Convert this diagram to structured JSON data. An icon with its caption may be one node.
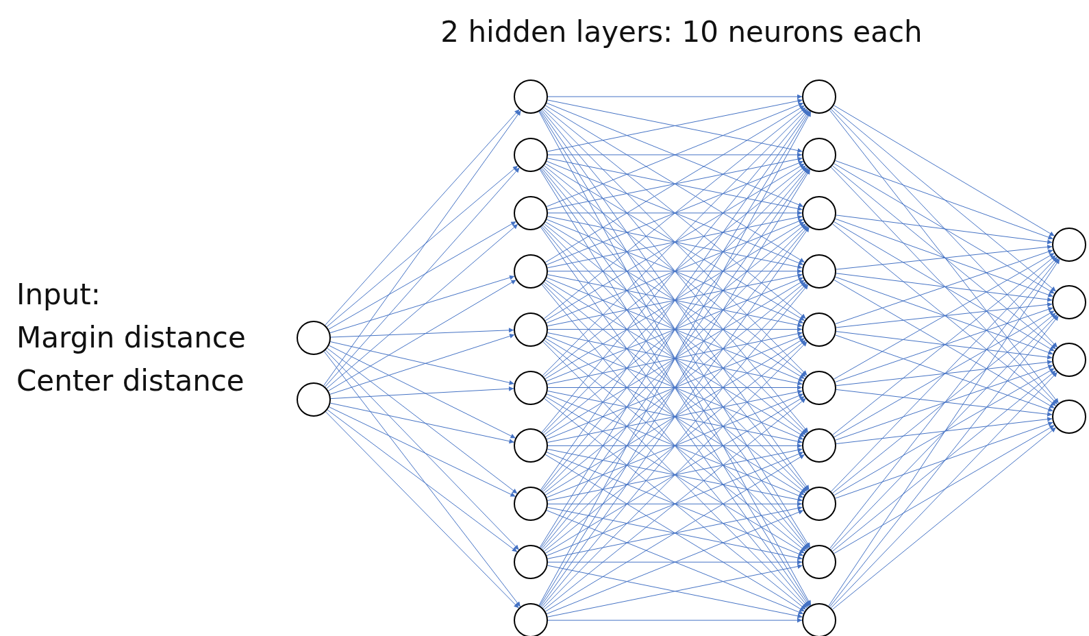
{
  "diagram": {
    "title": "2 hidden layers: 10 neurons each",
    "nodes": [
      {
        "text": [],
        "shape": "circle"
      },
      {
        "text": [],
        "shape": "circle"
      },
      {
        "text": [],
        "shape": "circle"
      },
      {
        "text": [],
        "shape": "circle"
      },
      {
        "text": [],
        "shape": "circle"
      },
      {
        "text": [],
        "shape": "circle"
      },
      {
        "text": [],
        "shape": "circle"
      },
      {
        "text": [],
        "shape": "circle"
      },
      {
        "text": [],
        "shape": "circle"
      },
      {
        "text": [],
        "shape": "circle"
      },
      {
        "text": [],
        "shape": "circle"
      },
      {
        "text": [],
        "shape": "circle"
      },
      {
        "text": [],
        "shape": "circle"
      },
      {
        "text": [],
        "shape": "circle"
      },
      {
        "text": [],
        "shape": "circle"
      },
      {
        "text": [],
        "shape": "circle"
      },
      {
        "text": [],
        "shape": "circle"
      },
      {
        "text": [],
        "shape": "circle"
      },
      {
        "text": [],
        "shape": "circle"
      },
      {
        "text": [],
        "shape": "circle"
      },
      {
        "text": [],
        "shape": "circle"
      },
      {
        "text": [],
        "shape": "circle"
      },
      {
        "text": [],
        "shape": "circle"
      },
      {
        "text": [],
        "shape": "circle"
      },
      {
        "text": [],
        "shape": "circle"
      },
      {
        "text": [],
        "shape": "circle"
      }
    ],
    "edges": [
      {
        "from": 0,
        "to": 2,
        "arrow": "to"
      },
      {
        "from": 0,
        "to": 3,
        "arrow": "to"
      },
      {
        "from": 0,
        "to": 4,
        "arrow": "to"
      },
      {
        "from": 0,
        "to": 5,
        "arrow": "to"
      },
      {
        "from": 0,
        "to": 6,
        "arrow": "to"
      },
      {
        "from": 0,
        "to": 7,
        "arrow": "to"
      },
      {
        "from": 0,
        "to": 8,
        "arrow": "to"
      },
      {
        "from": 0,
        "to": 9,
        "arrow": "to"
      },
      {
        "from": 0,
        "to": 10,
        "arrow": "to"
      },
      {
        "from": 0,
        "to": 11,
        "arrow": "to"
      },
      {
        "from": 1,
        "to": 2,
        "arrow": "to"
      },
      {
        "from": 1,
        "to": 3,
        "arrow": "to"
      },
      {
        "from": 1,
        "to": 4,
        "arrow": "to"
      },
      {
        "from": 1,
        "to": 5,
        "arrow": "to"
      },
      {
        "from": 1,
        "to": 6,
        "arrow": "to"
      },
      {
        "from": 1,
        "to": 7,
        "arrow": "to"
      },
      {
        "from": 1,
        "to": 8,
        "arrow": "to"
      },
      {
        "from": 1,
        "to": 9,
        "arrow": "to"
      },
      {
        "from": 1,
        "to": 10,
        "arrow": "to"
      },
      {
        "from": 1,
        "to": 11,
        "arrow": "to"
      },
      {
        "from": 2,
        "to": 12,
        "arrow": "to"
      },
      {
        "from": 2,
        "to": 13,
        "arrow": "to"
      },
      {
        "from": 2,
        "to": 14,
        "arrow": "to"
      },
      {
        "from": 2,
        "to": 15,
        "arrow": "to"
      },
      {
        "from": 2,
        "to": 16,
        "arrow": "to"
      },
      {
        "from": 2,
        "to": 17,
        "arrow": "to"
      },
      {
        "from": 2,
        "to": 18,
        "arrow": "to"
      },
      {
        "from": 2,
        "to": 19,
        "arrow": "to"
      },
      {
        "from": 2,
        "to": 20,
        "arrow": "to"
      },
      {
        "from": 2,
        "to": 21,
        "arrow": "to"
      },
      {
        "from": 3,
        "to": 12,
        "arrow": "to"
      },
      {
        "from": 3,
        "to": 13,
        "arrow": "to"
      },
      {
        "from": 3,
        "to": 14,
        "arrow": "to"
      },
      {
        "from": 3,
        "to": 15,
        "arrow": "to"
      },
      {
        "from": 3,
        "to": 16,
        "arrow": "to"
      },
      {
        "from": 3,
        "to": 17,
        "arrow": "to"
      },
      {
        "from": 3,
        "to": 18,
        "arrow": "to"
      },
      {
        "from": 3,
        "to": 19,
        "arrow": "to"
      },
      {
        "from": 3,
        "to": 20,
        "arrow": "to"
      },
      {
        "from": 3,
        "to": 21,
        "arrow": "to"
      },
      {
        "from": 4,
        "to": 12,
        "arrow": "to"
      },
      {
        "from": 4,
        "to": 13,
        "arrow": "to"
      },
      {
        "from": 4,
        "to": 14,
        "arrow": "to"
      },
      {
        "from": 4,
        "to": 15,
        "arrow": "to"
      },
      {
        "from": 4,
        "to": 16,
        "arrow": "to"
      },
      {
        "from": 4,
        "to": 17,
        "arrow": "to"
      },
      {
        "from": 4,
        "to": 18,
        "arrow": "to"
      },
      {
        "from": 4,
        "to": 19,
        "arrow": "to"
      },
      {
        "from": 4,
        "to": 20,
        "arrow": "to"
      },
      {
        "from": 4,
        "to": 21,
        "arrow": "to"
      },
      {
        "from": 5,
        "to": 12,
        "arrow": "to"
      },
      {
        "from": 5,
        "to": 13,
        "arrow": "to"
      },
      {
        "from": 5,
        "to": 14,
        "arrow": "to"
      },
      {
        "from": 5,
        "to": 15,
        "arrow": "to"
      },
      {
        "from": 5,
        "to": 16,
        "arrow": "to"
      },
      {
        "from": 5,
        "to": 17,
        "arrow": "to"
      },
      {
        "from": 5,
        "to": 18,
        "arrow": "to"
      },
      {
        "from": 5,
        "to": 19,
        "arrow": "to"
      },
      {
        "from": 5,
        "to": 20,
        "arrow": "to"
      },
      {
        "from": 5,
        "to": 21,
        "arrow": "to"
      },
      {
        "from": 6,
        "to": 12,
        "arrow": "to"
      },
      {
        "from": 6,
        "to": 13,
        "arrow": "to"
      },
      {
        "from": 6,
        "to": 14,
        "arrow": "to"
      },
      {
        "from": 6,
        "to": 15,
        "arrow": "to"
      },
      {
        "from": 6,
        "to": 16,
        "arrow": "to"
      },
      {
        "from": 6,
        "to": 17,
        "arrow": "to"
      },
      {
        "from": 6,
        "to": 18,
        "arrow": "to"
      },
      {
        "from": 6,
        "to": 19,
        "arrow": "to"
      },
      {
        "from": 6,
        "to": 20,
        "arrow": "to"
      },
      {
        "from": 6,
        "to": 21,
        "arrow": "to"
      },
      {
        "from": 7,
        "to": 12,
        "arrow": "to"
      },
      {
        "from": 7,
        "to": 13,
        "arrow": "to"
      },
      {
        "from": 7,
        "to": 14,
        "arrow": "to"
      },
      {
        "from": 7,
        "to": 15,
        "arrow": "to"
      },
      {
        "from": 7,
        "to": 16,
        "arrow": "to"
      },
      {
        "from": 7,
        "to": 17,
        "arrow": "to"
      },
      {
        "from": 7,
        "to": 18,
        "arrow": "to"
      },
      {
        "from": 7,
        "to": 19,
        "arrow": "to"
      },
      {
        "from": 7,
        "to": 20,
        "arrow": "to"
      },
      {
        "from": 7,
        "to": 21,
        "arrow": "to"
      },
      {
        "from": 8,
        "to": 12,
        "arrow": "to"
      },
      {
        "from": 8,
        "to": 13,
        "arrow": "to"
      },
      {
        "from": 8,
        "to": 14,
        "arrow": "to"
      },
      {
        "from": 8,
        "to": 15,
        "arrow": "to"
      },
      {
        "from": 8,
        "to": 16,
        "arrow": "to"
      },
      {
        "from": 8,
        "to": 17,
        "arrow": "to"
      },
      {
        "from": 8,
        "to": 18,
        "arrow": "to"
      },
      {
        "from": 8,
        "to": 19,
        "arrow": "to"
      },
      {
        "from": 8,
        "to": 20,
        "arrow": "to"
      },
      {
        "from": 8,
        "to": 21,
        "arrow": "to"
      },
      {
        "from": 9,
        "to": 12,
        "arrow": "to"
      },
      {
        "from": 9,
        "to": 13,
        "arrow": "to"
      },
      {
        "from": 9,
        "to": 14,
        "arrow": "to"
      },
      {
        "from": 9,
        "to": 15,
        "arrow": "to"
      },
      {
        "from": 9,
        "to": 16,
        "arrow": "to"
      },
      {
        "from": 9,
        "to": 17,
        "arrow": "to"
      },
      {
        "from": 9,
        "to": 18,
        "arrow": "to"
      },
      {
        "from": 9,
        "to": 19,
        "arrow": "to"
      },
      {
        "from": 9,
        "to": 20,
        "arrow": "to"
      },
      {
        "from": 9,
        "to": 21,
        "arrow": "to"
      },
      {
        "from": 10,
        "to": 12,
        "arrow": "to"
      },
      {
        "from": 10,
        "to": 13,
        "arrow": "to"
      },
      {
        "from": 10,
        "to": 14,
        "arrow": "to"
      },
      {
        "from": 10,
        "to": 15,
        "arrow": "to"
      },
      {
        "from": 10,
        "to": 16,
        "arrow": "to"
      },
      {
        "from": 10,
        "to": 17,
        "arrow": "to"
      },
      {
        "from": 10,
        "to": 18,
        "arrow": "to"
      },
      {
        "from": 10,
        "to": 19,
        "arrow": "to"
      },
      {
        "from": 10,
        "to": 20,
        "arrow": "to"
      },
      {
        "from": 10,
        "to": 21,
        "arrow": "to"
      },
      {
        "from": 11,
        "to": 12,
        "arrow": "to"
      },
      {
        "from": 11,
        "to": 13,
        "arrow": "to"
      },
      {
        "from": 11,
        "to": 14,
        "arrow": "to"
      },
      {
        "from": 11,
        "to": 15,
        "arrow": "to"
      },
      {
        "from": 11,
        "to": 16,
        "arrow": "to"
      },
      {
        "from": 11,
        "to": 17,
        "arrow": "to"
      },
      {
        "from": 11,
        "to": 18,
        "arrow": "to"
      },
      {
        "from": 11,
        "to": 19,
        "arrow": "to"
      },
      {
        "from": 11,
        "to": 20,
        "arrow": "to"
      },
      {
        "from": 11,
        "to": 21,
        "arrow": "to"
      },
      {
        "from": 12,
        "to": 22,
        "arrow": "to"
      },
      {
        "from": 12,
        "to": 23,
        "arrow": "to"
      },
      {
        "from": 12,
        "to": 24,
        "arrow": "to"
      },
      {
        "from": 12,
        "to": 25,
        "arrow": "to"
      },
      {
        "from": 13,
        "to": 22,
        "arrow": "to"
      },
      {
        "from": 13,
        "to": 23,
        "arrow": "to"
      },
      {
        "from": 13,
        "to": 24,
        "arrow": "to"
      },
      {
        "from": 13,
        "to": 25,
        "arrow": "to"
      },
      {
        "from": 14,
        "to": 22,
        "arrow": "to"
      },
      {
        "from": 14,
        "to": 23,
        "arrow": "to"
      },
      {
        "from": 14,
        "to": 24,
        "arrow": "to"
      },
      {
        "from": 14,
        "to": 25,
        "arrow": "to"
      },
      {
        "from": 15,
        "to": 22,
        "arrow": "to"
      },
      {
        "from": 15,
        "to": 23,
        "arrow": "to"
      },
      {
        "from": 15,
        "to": 24,
        "arrow": "to"
      },
      {
        "from": 15,
        "to": 25,
        "arrow": "to"
      },
      {
        "from": 16,
        "to": 22,
        "arrow": "to"
      },
      {
        "from": 16,
        "to": 23,
        "arrow": "to"
      },
      {
        "from": 16,
        "to": 24,
        "arrow": "to"
      },
      {
        "from": 16,
        "to": 25,
        "arrow": "to"
      },
      {
        "from": 17,
        "to": 22,
        "arrow": "to"
      },
      {
        "from": 17,
        "to": 23,
        "arrow": "to"
      },
      {
        "from": 17,
        "to": 24,
        "arrow": "to"
      },
      {
        "from": 17,
        "to": 25,
        "arrow": "to"
      },
      {
        "from": 18,
        "to": 22,
        "arrow": "to"
      },
      {
        "from": 18,
        "to": 23,
        "arrow": "to"
      },
      {
        "from": 18,
        "to": 24,
        "arrow": "to"
      },
      {
        "from": 18,
        "to": 25,
        "arrow": "to"
      },
      {
        "from": 19,
        "to": 22,
        "arrow": "to"
      },
      {
        "from": 19,
        "to": 23,
        "arrow": "to"
      },
      {
        "from": 19,
        "to": 24,
        "arrow": "to"
      },
      {
        "from": 19,
        "to": 25,
        "arrow": "to"
      },
      {
        "from": 20,
        "to": 22,
        "arrow": "to"
      },
      {
        "from": 20,
        "to": 23,
        "arrow": "to"
      },
      {
        "from": 20,
        "to": 24,
        "arrow": "to"
      },
      {
        "from": 20,
        "to": 25,
        "arrow": "to"
      },
      {
        "from": 21,
        "to": 22,
        "arrow": "to"
      },
      {
        "from": 21,
        "to": 23,
        "arrow": "to"
      },
      {
        "from": 21,
        "to": 24,
        "arrow": "to"
      },
      {
        "from": 21,
        "to": 25,
        "arrow": "to"
      }
    ],
    "labels": [
      "Input:",
      "Margin distance",
      "Center distance"
    ]
  }
}
